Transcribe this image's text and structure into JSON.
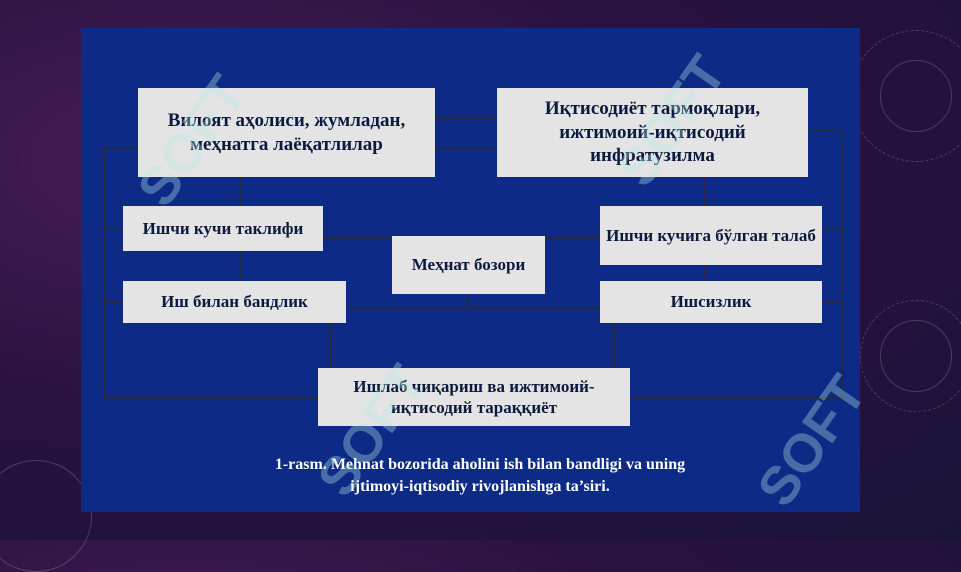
{
  "diagram": {
    "boxes": {
      "population": "Вилоят аҳолиси, жумладан, меҳнатга лаёқатлилар",
      "sectors": "Иқтисодиёт тармоқлари, ижтимоий-иқтисодий инфратузилма",
      "labor_supply": "Ишчи кучи таклифи",
      "labor_market": "Меҳнат бозори",
      "labor_demand": "Ишчи кучига бўлган талаб",
      "employment": "Иш билан бандлик",
      "unemployment": "Ишсизлик",
      "development": "Ишлаб чиқариш ва ижтимоий-иқтисодий тараққиёт"
    },
    "caption_line1": "1-rasm. Mehnat bozorida aholini ish bilan bandligi va uning",
    "caption_line2": "ijtimoyi-iqtisodiy rivojlanishga ta’siri."
  },
  "watermark_text": "SOFT",
  "colors": {
    "panel": "#0c2a86",
    "box": "#e4e4e4",
    "background": "#2a1240"
  }
}
